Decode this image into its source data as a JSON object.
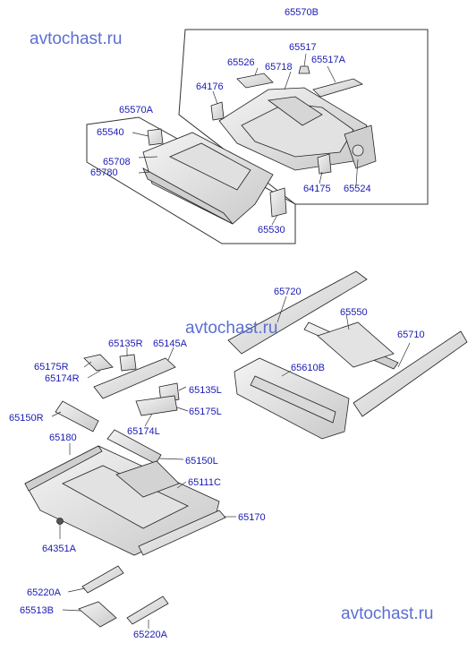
{
  "watermarks": {
    "top": "avtochast.ru",
    "middle": "avtochast.ru",
    "bottom": "avtochast.ru"
  },
  "parts": {
    "p65570B": "65570B",
    "p65517": "65517",
    "p65526": "65526",
    "p65718": "65718",
    "p65517A": "65517A",
    "p64176": "64176",
    "p65570A": "65570A",
    "p65540": "65540",
    "p65708": "65708",
    "p65780": "65780",
    "p64175": "64175",
    "p65524": "65524",
    "p65530": "65530",
    "p65720": "65720",
    "p65550": "65550",
    "p65710": "65710",
    "p65610B": "65610B",
    "p65135R": "65135R",
    "p65145A": "65145A",
    "p65175R": "65175R",
    "p65174R": "65174R",
    "p65135L": "65135L",
    "p65150R": "65150R",
    "p65175L": "65175L",
    "p65174L": "65174L",
    "p65180": "65180",
    "p65150L": "65150L",
    "p65111C": "65111C",
    "p65170": "65170",
    "p64351A": "64351A",
    "p65220A_1": "65220A",
    "p65513B": "65513B",
    "p65220A_2": "65220A"
  }
}
